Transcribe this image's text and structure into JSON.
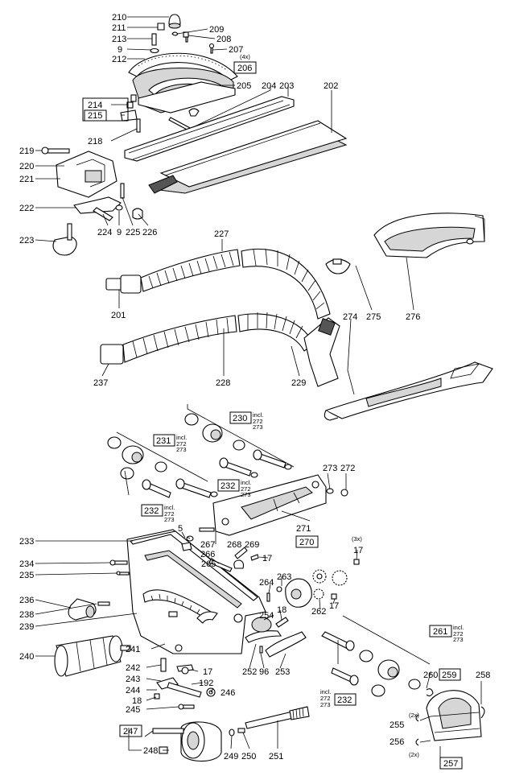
{
  "callouts": {
    "c210": "210",
    "c211": "211",
    "c213": "213",
    "c9a": "9",
    "c212": "212",
    "c209": "209",
    "c208": "208",
    "c207": "207",
    "c206": "206",
    "q206": "(4x)",
    "c205": "205",
    "c204": "204",
    "c203": "203",
    "c202": "202",
    "c214": "214",
    "c215": "215",
    "c218": "218",
    "c219": "219",
    "c220": "220",
    "c221": "221",
    "c222": "222",
    "c223": "223",
    "c224": "224",
    "c9b": "9",
    "c225": "225",
    "c226": "226",
    "c227": "227",
    "c201": "201",
    "c276": "276",
    "c275": "275",
    "c274": "274",
    "c237": "237",
    "c228": "228",
    "c229": "229",
    "c230": "230",
    "c231": "231",
    "c232a": "232",
    "c232b": "232",
    "c273": "273",
    "c272": "272",
    "c271": "271",
    "c233": "233",
    "c5": "5",
    "c267": "267",
    "c266": "266",
    "c268": "268",
    "c269": "269",
    "c265": "265",
    "c17a": "17",
    "c270": "270",
    "q270": "(3x)",
    "c17b": "17",
    "c234": "234",
    "c235": "235",
    "c264": "264",
    "c263": "263",
    "c236": "236",
    "c238": "238",
    "c18a": "18",
    "c262": "262",
    "c17c": "17",
    "c239": "239",
    "c254": "254",
    "c240": "240",
    "c241": "241",
    "c261": "261",
    "c242": "242",
    "c17d": "17",
    "c252": "252",
    "c96": "96",
    "c253": "253",
    "c260": "260",
    "c259": "259",
    "c258": "258",
    "c243": "243",
    "c192": "192",
    "c244": "244",
    "c246": "246",
    "c18b": "18",
    "c245": "245",
    "c232c": "232",
    "c255": "255",
    "q255": "(2x)",
    "c256": "256",
    "q256": "(2x)",
    "c257": "257",
    "c247": "247",
    "c248": "248",
    "c249": "249",
    "c250": "250",
    "c251": "251"
  },
  "includes": {
    "incl": "incl.",
    "n272": "272",
    "n273": "273"
  }
}
